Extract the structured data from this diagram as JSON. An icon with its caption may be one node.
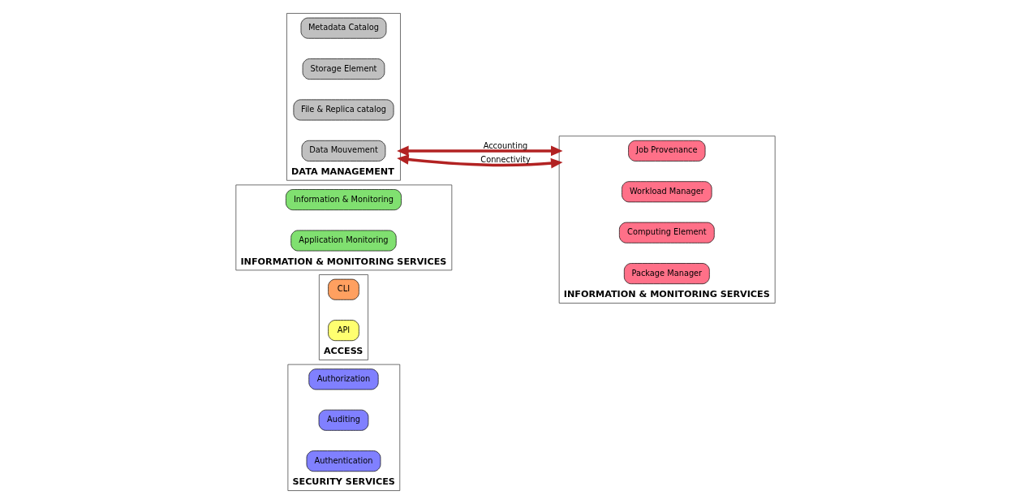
{
  "diagram": {
    "nodes": [
      {
        "text": [
          "SECURITY SERVICES"
        ]
      },
      {
        "text": [
          "Authorization"
        ],
        "in": 0
      },
      {
        "text": [
          "Auditing"
        ],
        "in": 0
      },
      {
        "text": [
          "Authentication"
        ],
        "in": 0
      },
      {
        "text": [
          "ACCESS"
        ]
      },
      {
        "text": [
          "CLI"
        ],
        "in": 4
      },
      {
        "text": [
          "API"
        ],
        "in": 4
      },
      {
        "text": [
          "INFORMATION & MONITORING SERVICES"
        ]
      },
      {
        "text": [
          "Information & Monitoring"
        ],
        "in": 7
      },
      {
        "text": [
          "Application Monitoring"
        ],
        "in": 7
      },
      {
        "text": [
          "DATA MANAGEMENT"
        ]
      },
      {
        "text": [
          "Metadata Catalog"
        ],
        "in": 10
      },
      {
        "text": [
          "Storage Element"
        ],
        "in": 10
      },
      {
        "text": [
          "File & Replica catalog"
        ],
        "in": 10
      },
      {
        "text": [
          "Data Mouvement"
        ],
        "in": 10
      },
      {
        "text": [
          "INFORMATION & MONITORING SERVICES"
        ]
      },
      {
        "text": [
          "Job Provenance"
        ],
        "in": 15
      },
      {
        "text": [
          "Workload Manager"
        ],
        "in": 15
      },
      {
        "text": [
          "Computing Element"
        ],
        "in": 15
      },
      {
        "text": [
          "Package Manager"
        ],
        "in": 15
      }
    ],
    "edges": [
      {
        "from": 10,
        "to": 15,
        "arrow": "both",
        "label": "Accounting",
        "color": "#b22222"
      },
      {
        "from": 10,
        "to": 15,
        "arrow": "both",
        "label": "Connectivity",
        "color": "#b22222"
      }
    ]
  }
}
